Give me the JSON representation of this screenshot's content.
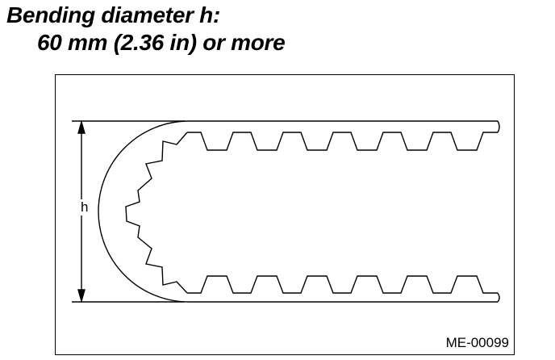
{
  "heading": {
    "line1": "Bending diameter h:",
    "line2": "60 mm (2.36 in) or more"
  },
  "figure": {
    "dimension_label": "h",
    "figure_code": "ME-00099"
  },
  "icons": {
    "belt": "toothed-belt-illustration",
    "dimension_arrow": "double-headed-arrow"
  },
  "colors": {
    "line": "#000000",
    "background": "#ffffff"
  }
}
